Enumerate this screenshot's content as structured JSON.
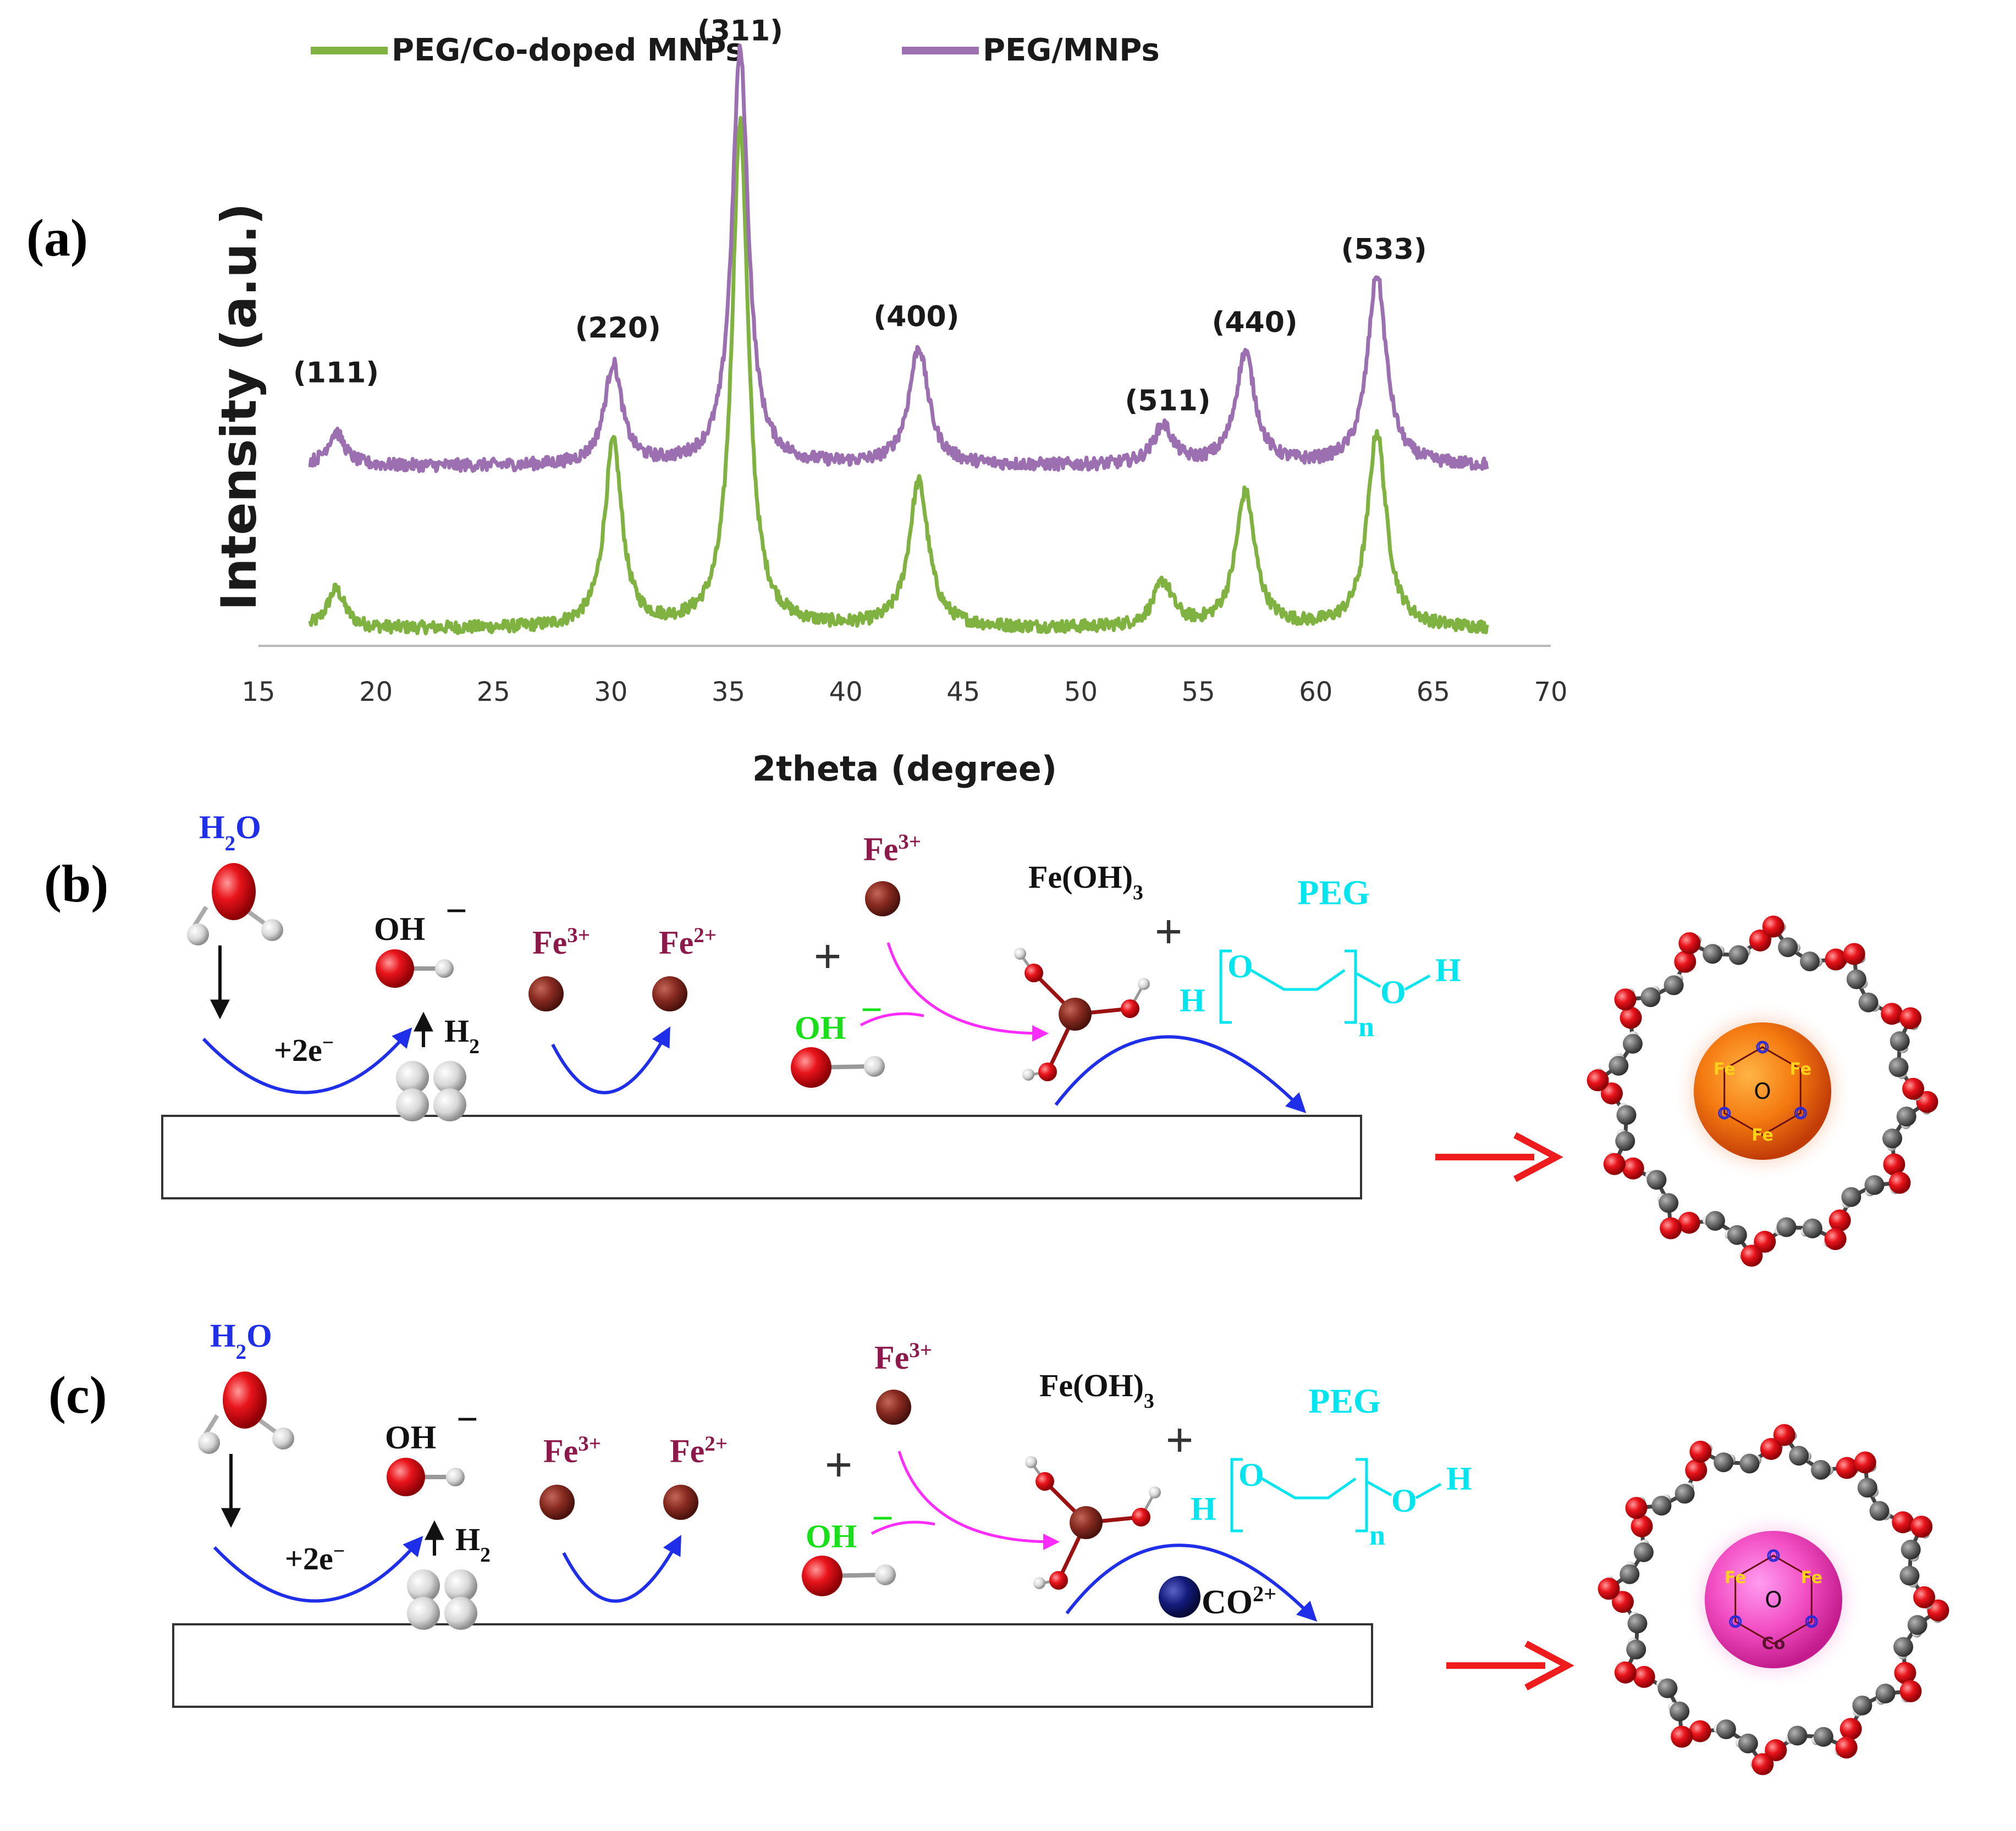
{
  "panel_labels": {
    "a": "(a)",
    "b": "(b)",
    "c": "(c)"
  },
  "chart_data": {
    "type": "line",
    "title": "",
    "xlabel": "2theta (degree)",
    "ylabel": "Intensity (a.u.)",
    "xlim": [
      15,
      70
    ],
    "ylim": [
      0,
      100
    ],
    "xticks": [
      15,
      20,
      25,
      30,
      35,
      40,
      45,
      50,
      55,
      60,
      65,
      70
    ],
    "grid": false,
    "legend_position": "top",
    "colors": {
      "PEG/Co-doped MNPs": "#7fb241",
      "PEG/MNPs": "#9b6fb0"
    },
    "series": [
      {
        "name": "PEG/Co-doped MNPs",
        "baseline": 3,
        "peaks": [
          {
            "x": 18.3,
            "height": 7,
            "width": 0.45
          },
          {
            "x": 30.1,
            "height": 33,
            "width": 0.45
          },
          {
            "x": 35.5,
            "height": 90,
            "width": 0.42
          },
          {
            "x": 43.1,
            "height": 26,
            "width": 0.5
          },
          {
            "x": 53.5,
            "height": 8,
            "width": 0.5
          },
          {
            "x": 57.0,
            "height": 24,
            "width": 0.5
          },
          {
            "x": 62.6,
            "height": 35,
            "width": 0.48
          }
        ]
      },
      {
        "name": "PEG/MNPs",
        "baseline": 32,
        "peaks": [
          {
            "x": 18.3,
            "height": 6,
            "width": 0.45
          },
          {
            "x": 30.1,
            "height": 18,
            "width": 0.45
          },
          {
            "x": 35.5,
            "height": 74,
            "width": 0.42
          },
          {
            "x": 43.1,
            "height": 21,
            "width": 0.5
          },
          {
            "x": 53.5,
            "height": 7,
            "width": 0.5
          },
          {
            "x": 57.0,
            "height": 20,
            "width": 0.5
          },
          {
            "x": 62.6,
            "height": 34,
            "width": 0.48
          }
        ]
      }
    ],
    "annotations": [
      {
        "text": "(111)",
        "x": 18.3,
        "y": 47
      },
      {
        "text": "(220)",
        "x": 30.3,
        "y": 55
      },
      {
        "text": "(311)",
        "x": 35.5,
        "y": 108
      },
      {
        "text": "(400)",
        "x": 43.0,
        "y": 57
      },
      {
        "text": "(511)",
        "x": 53.7,
        "y": 42
      },
      {
        "text": "(440)",
        "x": 57.4,
        "y": 56
      },
      {
        "text": "(533)",
        "x": 62.9,
        "y": 69
      }
    ]
  },
  "scheme": {
    "h2o_label": "H",
    "h2o_sub": "2",
    "h2o_end": "O",
    "oh_label": "OH",
    "oh_minus": "−",
    "electron_label": "+2e",
    "electron_sup": "−",
    "h2_label": "H",
    "h2_sub": "2",
    "fe3_label": "Fe",
    "fe3_sup": "3+",
    "fe2_label": "Fe",
    "fe2_sup": "2+",
    "plus": "+",
    "oh_green_label": "OH",
    "oh_green_minus": "−",
    "feoh3_label": "Fe(OH)",
    "feoh3_sub": "3",
    "peg_label": "PEG",
    "peg_H": "H",
    "peg_O": "O",
    "peg_n": "n",
    "peg_OH_O": "O",
    "peg_OH_H": "H",
    "co_label": "CO",
    "co_sup": "2+",
    "np_b_labels": [
      "Fe",
      "Fe",
      "Fe",
      "O",
      "O",
      "O",
      "O"
    ],
    "np_c_labels": [
      "Fe",
      "Fe",
      "Co",
      "O",
      "O",
      "O",
      "O"
    ]
  }
}
